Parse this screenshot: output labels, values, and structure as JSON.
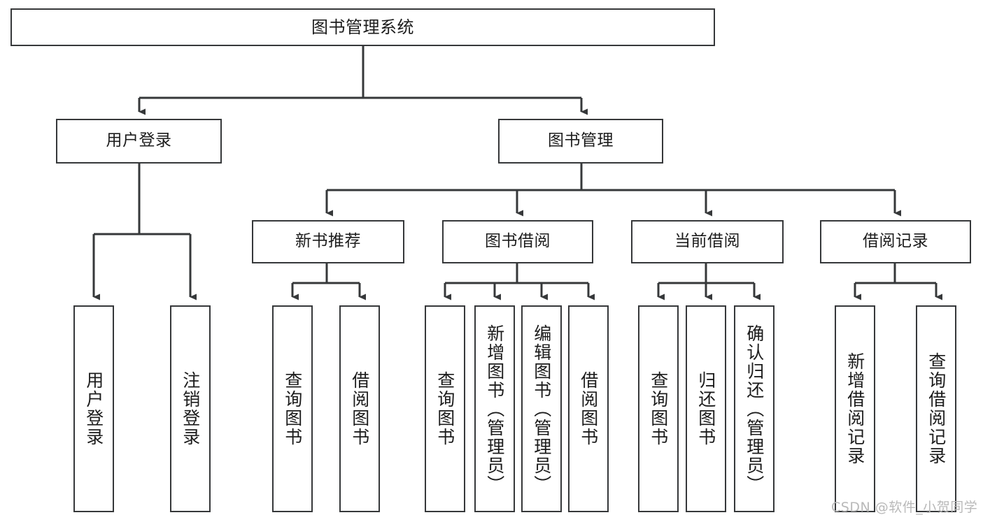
{
  "diagram": {
    "type": "tree",
    "title": "图书管理系统",
    "orientation": "top-down",
    "colors": {
      "box_border": "#36383a",
      "box_fill": "#ffffff",
      "connector": "#36383a",
      "text": "#1c1c1c",
      "watermark": "#b9b9b9",
      "background": "#ffffff"
    },
    "root": {
      "label": "图书管理系统"
    },
    "level2": [
      {
        "label": "用户登录"
      },
      {
        "label": "图书管理"
      }
    ],
    "level3": [
      {
        "label": "新书推荐"
      },
      {
        "label": "图书借阅"
      },
      {
        "label": "当前借阅"
      },
      {
        "label": "借阅记录"
      }
    ],
    "leaves_user_login": [
      {
        "label": "用户登录"
      },
      {
        "label": "注销登录"
      }
    ],
    "leaves_new_book": [
      {
        "label": "查询图书"
      },
      {
        "label": "借阅图书"
      }
    ],
    "leaves_borrow": [
      {
        "label": "查询图书"
      },
      {
        "label": "新增图书（管理员）"
      },
      {
        "label": "编辑图书（管理员）"
      },
      {
        "label": "借阅图书"
      }
    ],
    "leaves_current": [
      {
        "label": "查询图书"
      },
      {
        "label": "归还图书"
      },
      {
        "label": "确认归还（管理员）"
      }
    ],
    "leaves_records": [
      {
        "label": "新增借阅记录"
      },
      {
        "label": "查询借阅记录"
      }
    ]
  },
  "watermark": {
    "text": "CSDN @软件_小贺同学"
  }
}
